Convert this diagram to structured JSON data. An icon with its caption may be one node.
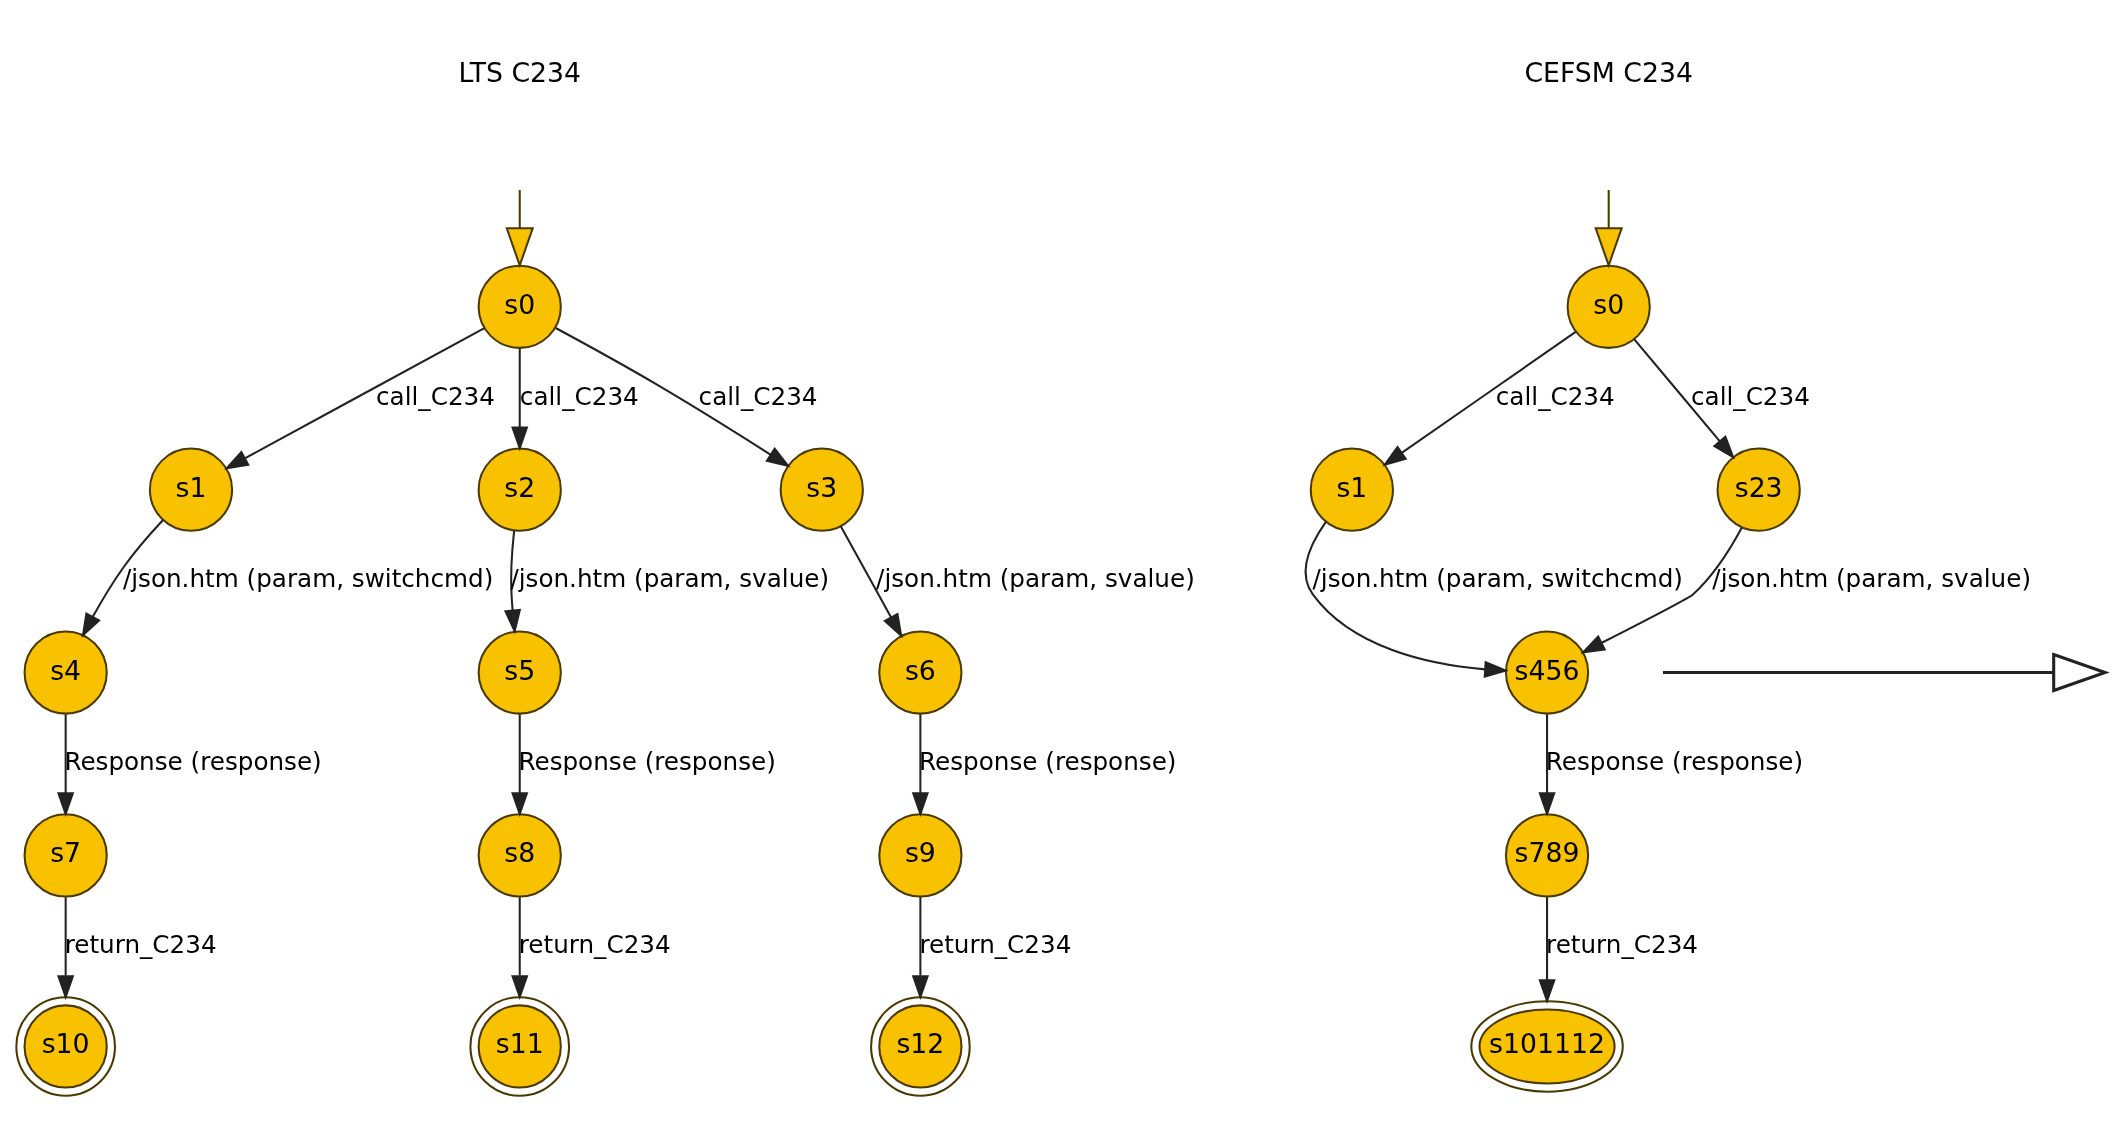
{
  "diagram": {
    "nodes": [
      {
        "text": [
          "s0"
        ]
      },
      {
        "text": [
          "s1"
        ]
      },
      {
        "text": [
          "s2"
        ]
      },
      {
        "text": [
          "s3"
        ]
      },
      {
        "text": [
          "s4"
        ]
      },
      {
        "text": [
          "s5"
        ]
      },
      {
        "text": [
          "s6"
        ]
      },
      {
        "text": [
          "s7"
        ]
      },
      {
        "text": [
          "s8"
        ]
      },
      {
        "text": [
          "s9"
        ]
      },
      {
        "text": [
          "s10"
        ]
      },
      {
        "text": [
          "s11"
        ]
      },
      {
        "text": [
          "s12"
        ]
      },
      {
        "text": [
          "s0"
        ]
      },
      {
        "text": [
          "s1"
        ]
      },
      {
        "text": [
          "s23"
        ]
      },
      {
        "text": [
          "s456"
        ]
      },
      {
        "text": [
          "s789"
        ]
      },
      {
        "text": [
          "s101112"
        ]
      }
    ],
    "edges": [
      {
        "from": null,
        "to": 0,
        "arrow": "to"
      },
      {
        "from": 0,
        "to": 1,
        "arrow": "to",
        "label": "call_C234"
      },
      {
        "from": 0,
        "to": 2,
        "arrow": "to",
        "label": "call_C234"
      },
      {
        "from": 0,
        "to": 3,
        "arrow": "to",
        "label": "call_C234"
      },
      {
        "from": 1,
        "to": 4,
        "arrow": "to",
        "label": "/json.htm (param, switchcmd)"
      },
      {
        "from": 2,
        "to": 5,
        "arrow": "to",
        "label": "/json.htm (param, svalue)"
      },
      {
        "from": 3,
        "to": 6,
        "arrow": "to",
        "label": "/json.htm (param, svalue)"
      },
      {
        "from": 4,
        "to": 7,
        "arrow": "to",
        "label": "Response (response)"
      },
      {
        "from": 5,
        "to": 8,
        "arrow": "to",
        "label": "Response (response)"
      },
      {
        "from": 6,
        "to": 9,
        "arrow": "to",
        "label": "Response (response)"
      },
      {
        "from": 7,
        "to": 10,
        "arrow": "to",
        "label": "return_C234"
      },
      {
        "from": 8,
        "to": 11,
        "arrow": "to",
        "label": "return_C234"
      },
      {
        "from": 9,
        "to": 12,
        "arrow": "to",
        "label": "return_C234"
      },
      {
        "from": null,
        "to": 13,
        "arrow": "to"
      },
      {
        "from": 13,
        "to": 14,
        "arrow": "to",
        "label": "call_C234"
      },
      {
        "from": 13,
        "to": 15,
        "arrow": "to",
        "label": "call_C234"
      },
      {
        "from": 14,
        "to": 16,
        "arrow": "to",
        "label": "/json.htm (param, switchcmd)"
      },
      {
        "from": 15,
        "to": 16,
        "arrow": "to",
        "label": "/json.htm (param, svalue)"
      },
      {
        "from": 16,
        "to": 17,
        "arrow": "to",
        "label": "Response (response)"
      },
      {
        "from": 17,
        "to": 18,
        "arrow": "to",
        "label": "return_C234"
      }
    ],
    "labels": [
      "LTS C234",
      "CEFSM C234"
    ]
  }
}
